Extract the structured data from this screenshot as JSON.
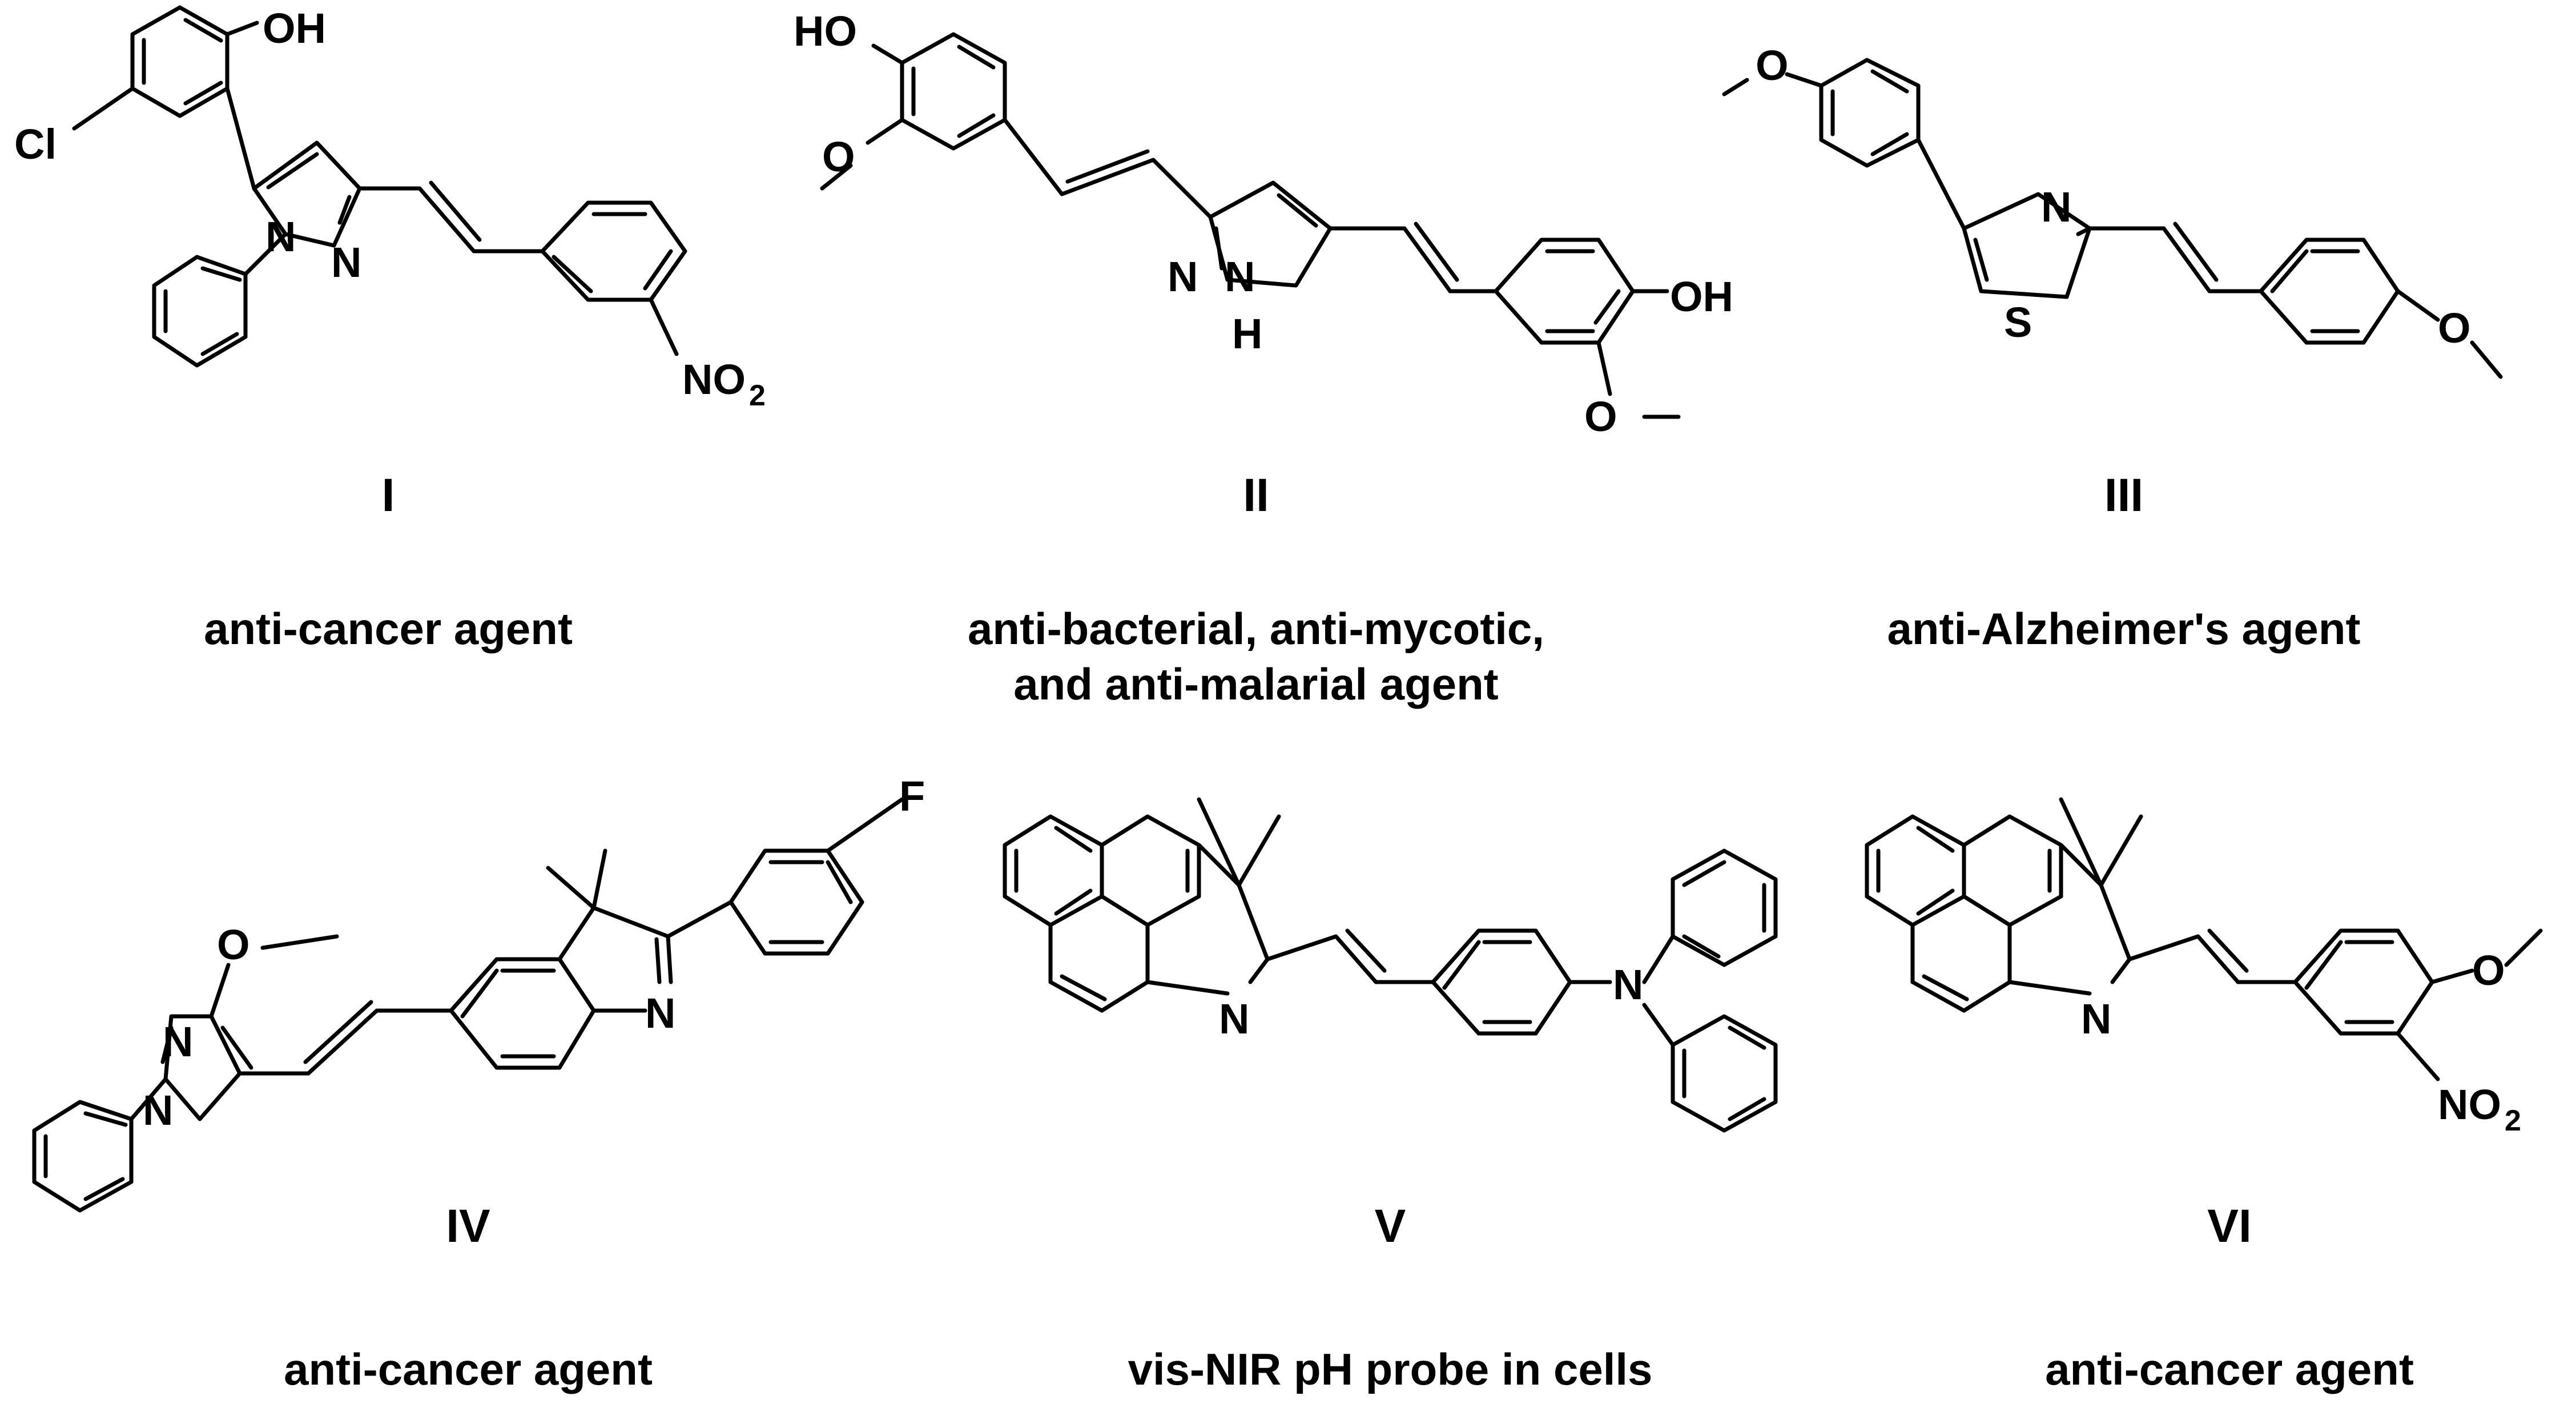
{
  "compounds": [
    {
      "numeral": "I",
      "caption": [
        "anti-cancer agent"
      ],
      "atoms": {
        "oh": "OH",
        "cl": "Cl",
        "n1": "N",
        "n2": "N",
        "no2_main": "NO",
        "no2_sub": "2"
      }
    },
    {
      "numeral": "II",
      "caption": [
        "anti-bacterial, anti-mycotic,",
        "and anti-malarial agent"
      ],
      "atoms": {
        "ho": "HO",
        "o1": "O",
        "n1": "N",
        "n2": "N",
        "h": "H",
        "oh": "OH",
        "o2": "O"
      }
    },
    {
      "numeral": "III",
      "caption": [
        "anti-Alzheimer's agent"
      ],
      "atoms": {
        "o1": "O",
        "n": "N",
        "s": "S",
        "o2": "O"
      }
    },
    {
      "numeral": "IV",
      "caption": [
        "anti-cancer agent"
      ],
      "atoms": {
        "o": "O",
        "n1": "N",
        "n2": "N",
        "n3": "N",
        "f": "F"
      }
    },
    {
      "numeral": "V",
      "caption": [
        "vis-NIR pH probe in cells"
      ],
      "atoms": {
        "n1": "N",
        "n2": "N"
      }
    },
    {
      "numeral": "VI",
      "caption": [
        "anti-cancer agent"
      ],
      "atoms": {
        "n": "N",
        "o": "O",
        "no2_main": "NO",
        "no2_sub": "2"
      }
    }
  ]
}
